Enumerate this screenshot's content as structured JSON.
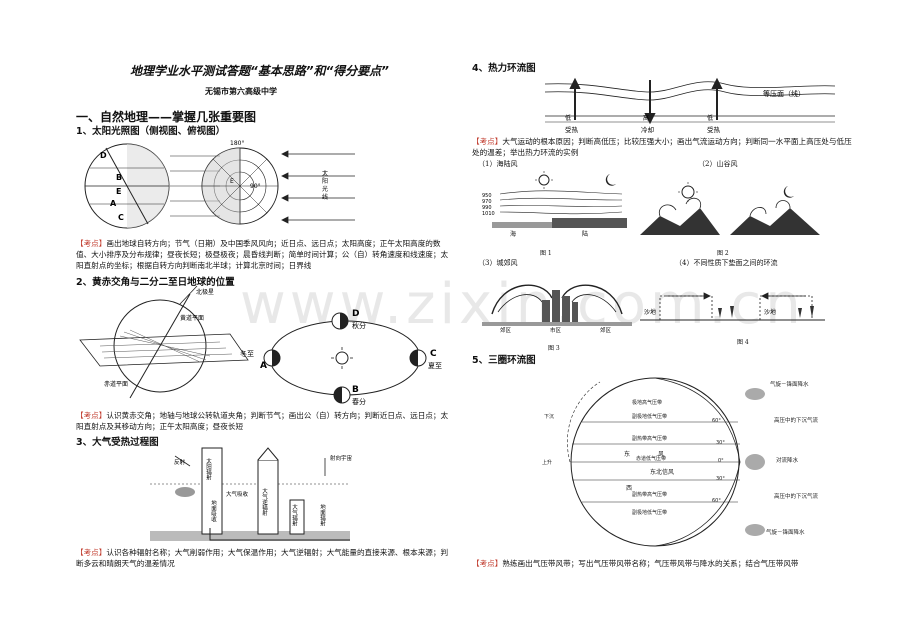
{
  "doc": {
    "title": "地理学业水平测试答题“基本思路”和“得分要点”",
    "school": "无锡市第六高级中学",
    "section1": "一、自然地理——掌握几张重要图",
    "watermark": "www.zixin.com.cn"
  },
  "items": {
    "sun": {
      "heading": "1、太阳光照图（侧视图、俯视图）",
      "labels": {
        "D": "D",
        "B": "B",
        "E": "E",
        "A": "A",
        "C": "C",
        "deg180": "180°",
        "deg90": "90°",
        "e_label": "E",
        "rays": "太 阳 光 线"
      },
      "kd": "【考点】",
      "note": "画出地球自转方向；节气（日期）及中国季风风向；近日点、远日点；太阳高度；正午太阳高度的数值、大小排序及分布规律；昼夜长短；极昼极夜；晨昏线判断；简单时间计算；公（自）转角速度和线速度；太阳直射点的坐标；根据自转方向判断南北半球；计算北京时间；日界线"
    },
    "orbit": {
      "heading": "2、黄赤交角与二分二至日地球的位置",
      "labels": {
        "north": "北极星",
        "ecl": "黄道平面",
        "eq": "赤道平面",
        "D": "D",
        "qiufen": "秋分",
        "dongzhi": "冬至",
        "A": "A",
        "C": "C",
        "xiazhi": "夏至",
        "B": "B",
        "chunfen": "春分"
      },
      "kd": "【考点】",
      "note": "认识黄赤交角；地轴与地球公转轨道夹角；判断节气；画出公（自）转方向；判断近日点、远日点；太阳直射点及其移动方向；正午太阳高度；昼夜长短"
    },
    "heat": {
      "heading": "3、大气受热过程图",
      "labels": {
        "fanshe": "反射",
        "sunrad": "太阳辐射",
        "xishou": "大气吸收",
        "dimian": "地面吸收",
        "back": "大气逆辐射",
        "atm": "大气辐射",
        "earth": "地面辐射",
        "out": "射向宇宙"
      },
      "kd": "【考点】",
      "note": "认识各种辐射名称；大气削弱作用；大气保温作用；大气逆辐射；大气能量的直接来源、根本来源；判断多云和晴朗天气的温差情况"
    },
    "circ": {
      "heading": "4、热力环流图",
      "labels": {
        "iso": "等压面（线）",
        "low": "低",
        "high": "高",
        "low2": "低",
        "hot1": "受热",
        "cold": "冷却",
        "hot2": "受热"
      },
      "kd": "【考点】",
      "note": "大气运动的根本原因；判断高低压；比较压强大小；画出气流运动方向；判断同一水平面上高压处与低压处的温差；举出热力环流的实例",
      "sub1": "（1）海陆风",
      "sub2": "（2）山谷风",
      "sub3": "（3）城郊风",
      "sub4": "（4）不同性质下垫面之间的环流",
      "fig1": "图 1",
      "fig2": "图 2",
      "fig3": "图 3",
      "fig4": "图 4",
      "iso_values": [
        "950",
        "970",
        "990",
        "1010"
      ],
      "sea": "海",
      "land": "陆",
      "suburb1": "郊区",
      "city": "市区",
      "suburb2": "郊区",
      "sand": "沙地",
      "sand2": "沙地"
    },
    "three": {
      "heading": "5、三圈环流图",
      "labels": {
        "polar_high": "极地高气压带",
        "sub_low": "副极地低气压带",
        "sub_high": "副热带高气压带",
        "eq_low": "赤道低气压带",
        "sub_high_s": "副热带高气压带",
        "sub_low_s": "副极地低气压带",
        "sink": "下沉",
        "rise": "上升",
        "front": "气旋－锋面降水",
        "high_sink": "高压中的下沉气流",
        "conv": "对流降水",
        "high_sink2": "高压中的下沉气流",
        "front2": "气旋－锋面降水",
        "east": "东",
        "wind": "风",
        "west": "西",
        "north_e": "东北信风",
        "deg60": "60°",
        "deg30": "30°",
        "deg0": "0°",
        "deg30s": "30°",
        "deg60s": "60°"
      },
      "kd": "【考点】",
      "note": "熟练画出气压带风带；写出气压带风带名称；气压带风带与降水的关系；结合气压带风带"
    }
  }
}
